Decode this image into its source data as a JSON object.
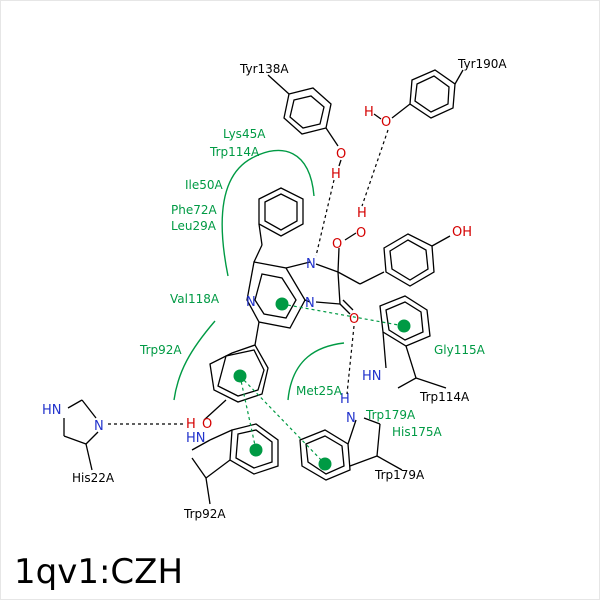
{
  "caption": "1qv1:CZH",
  "residues": {
    "tyr138": "Tyr138A",
    "tyr190": "Tyr190A",
    "trp114": "Trp114A",
    "trp179": "Trp179A",
    "his22": "His22A",
    "trp92": "Trp92A"
  },
  "hydrophobic": {
    "lys45": "Lys45A",
    "trp114": "Trp114A",
    "ile50": "Ile50A",
    "phe72": "Phe72A",
    "leu29": "Leu29A",
    "val118": "Val118A",
    "trp92": "Trp92A",
    "gly115": "Gly115A",
    "met25": "Met25A",
    "trp179": "Trp179A",
    "his175": "His175A"
  },
  "atoms": {
    "N": "N",
    "O": "O",
    "H": "H",
    "HN": "HN",
    "OH": "OH"
  },
  "colors": {
    "hydrophobic": "#009a44",
    "nitrogen": "#2233cc",
    "oxygen": "#d40000",
    "bond": "#000000"
  }
}
